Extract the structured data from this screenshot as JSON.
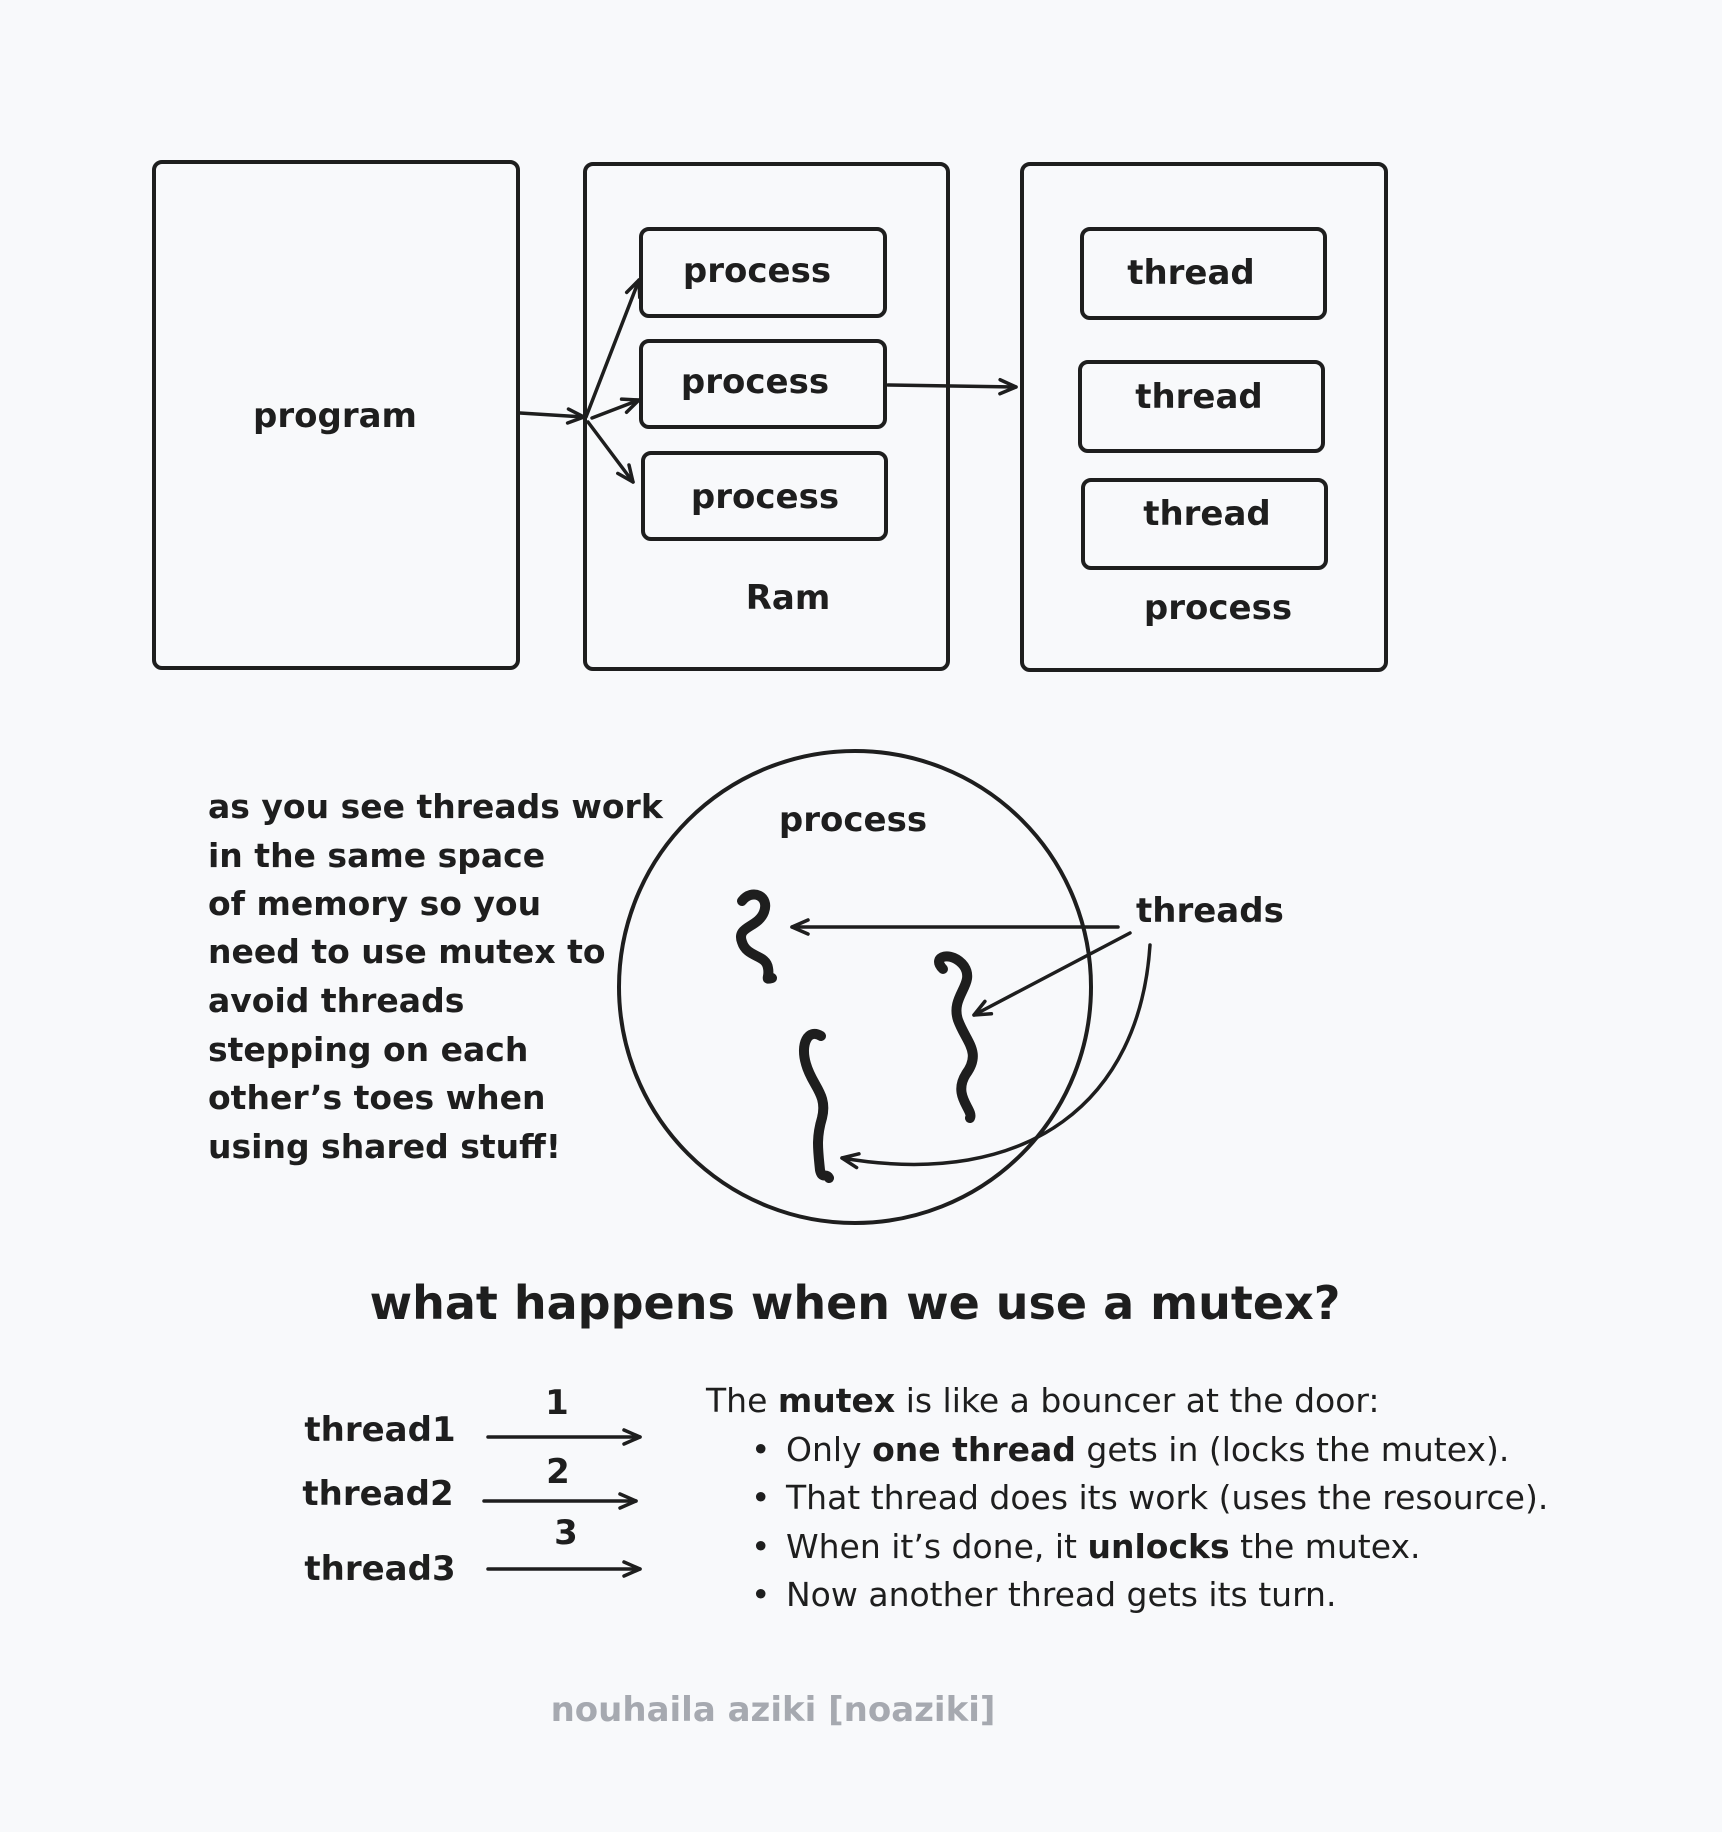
{
  "diagram": {
    "program_label": "program",
    "ram": {
      "processes": [
        "process",
        "process",
        "process"
      ],
      "label": "Ram"
    },
    "process_box": {
      "threads": [
        "thread",
        "thread",
        "thread"
      ],
      "label": "process"
    },
    "note_lines": [
      "as you see threads work",
      "in the same space",
      "of memory so you",
      "need to use mutex to",
      "avoid threads",
      "stepping on each",
      "other’s toes when",
      "using shared stuff!"
    ],
    "circle_label": "process",
    "threads_label": "threads"
  },
  "mutex_section": {
    "heading": "what happens when we use a mutex?",
    "threads": [
      {
        "name": "thread1",
        "order": "1"
      },
      {
        "name": "thread2",
        "order": "2"
      },
      {
        "name": "thread3",
        "order": "3"
      }
    ],
    "intro": {
      "pre": "The ",
      "bold": "mutex",
      "post": " is like a bouncer at the door:"
    },
    "bullets": [
      {
        "pre": "Only ",
        "bold": "one thread",
        "post": " gets in (locks the mutex)."
      },
      {
        "pre": "That thread does its work (uses the resource).",
        "bold": "",
        "post": ""
      },
      {
        "pre": "When it’s done, it ",
        "bold": "unlocks",
        "post": " the mutex."
      },
      {
        "pre": "Now another thread gets its turn.",
        "bold": "",
        "post": ""
      }
    ],
    "bullet_char": "•"
  },
  "signature": "nouhaila aziki [noaziki]"
}
